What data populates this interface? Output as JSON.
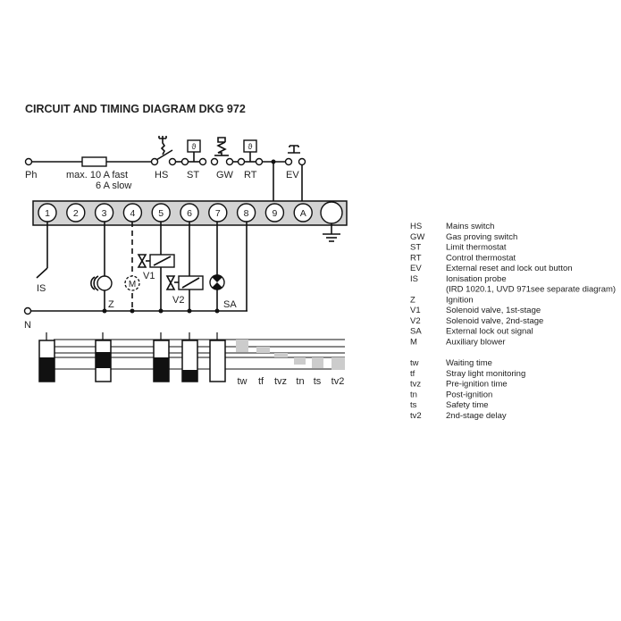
{
  "title": "CIRCUIT AND TIMING DIAGRAM DKG 972",
  "labels": {
    "ph": "Ph",
    "fuse1": "max. 10 A fast",
    "fuse2": "6 A slow",
    "hs": "HS",
    "st": "ST",
    "gw": "GW",
    "rt": "RT",
    "ev": "EV",
    "is": "IS",
    "z": "Z",
    "v1": "V1",
    "v2": "V2",
    "sa": "SA",
    "n": "N"
  },
  "terminals": [
    "1",
    "2",
    "3",
    "4",
    "5",
    "6",
    "7",
    "8",
    "9",
    "A",
    ""
  ],
  "timing_labels": [
    "tw",
    "tf",
    "tvz",
    "tn",
    "ts",
    "tv2"
  ],
  "legend": [
    {
      "abbr": "HS",
      "desc": "Mains switch"
    },
    {
      "abbr": "GW",
      "desc": "Gas proving switch"
    },
    {
      "abbr": "ST",
      "desc": "Limit thermostat"
    },
    {
      "abbr": "RT",
      "desc": "Control thermostat"
    },
    {
      "abbr": "EV",
      "desc": "External reset and lock out button"
    },
    {
      "abbr": "IS",
      "desc": "Ionisation probe"
    },
    {
      "abbr": "",
      "desc": "(IRD 1020.1, UVD 971see separate diagram)"
    },
    {
      "abbr": "Z",
      "desc": "Ignition"
    },
    {
      "abbr": "V1",
      "desc": "Solenoid valve, 1st-stage"
    },
    {
      "abbr": "V2",
      "desc": "Solenoid valve, 2nd-stage"
    },
    {
      "abbr": "SA",
      "desc": "External lock out signal"
    },
    {
      "abbr": "M",
      "desc": "Auxiliary blower"
    }
  ],
  "legend_times": [
    {
      "abbr": "tw",
      "desc": "Waiting time"
    },
    {
      "abbr": "tf",
      "desc": "Stray light monitoring"
    },
    {
      "abbr": "tvz",
      "desc": "Pre-ignition time"
    },
    {
      "abbr": "tn",
      "desc": "Post-ignition"
    },
    {
      "abbr": "ts",
      "desc": "Safety time"
    },
    {
      "abbr": "tv2",
      "desc": "2nd-stage delay"
    }
  ]
}
